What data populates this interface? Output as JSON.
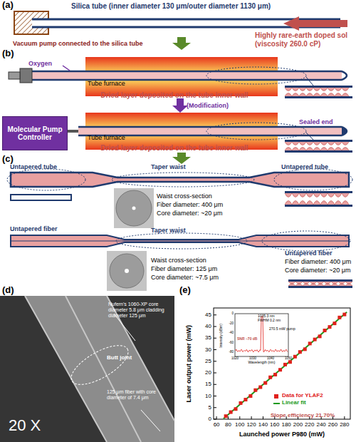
{
  "diagram": {
    "nodes": [
      {
        "text": [
          "Molecular Pump Controller"
        ]
      }
    ],
    "labels": [
      "(a)",
      "Silica tube (inner diameter 130 μm/outer diameter 1130 μm)",
      "Highly rare-earth doped sol (viscosity 260.0 cP)",
      "Vacuum pump connected to the silica tube",
      "(b)",
      "Oxygen",
      "Tube furnace",
      "Dried layer deposited on the tube inner wall",
      "(Modification)",
      "Tube furnace",
      "Sealed end",
      "Dried layer deposited on the tube inner wall",
      "(c)",
      "Untapered tube",
      "Taper waist",
      "Untapered tube",
      "Waist cross-section",
      "Fiber diameter: 400 μm",
      "Core diameter: ~20 μm",
      "Untapered fiber",
      "Taper waist",
      "Waist cross-section",
      "Fiber diameter: 125 μm",
      "Core diameter: ~7.5 μm",
      "Untapered fiber",
      "Fiber diameter: 400 μm",
      "Core diameter: ~20 μm",
      "(d)",
      "Nufern's 1060-XP core diameter 5.8 μm cladding diameter 125 μm",
      "Butt joint",
      "125 μm fiber with core diameter of 7.4 μm",
      "20 X",
      "(e)",
      "Laser output power (mW)",
      "Launched power P980 (mW)",
      "Slope efficiency 21.70%",
      "1035.3 nm",
      "FWHM 0.2 nm",
      "270.5 mW pump",
      "SNR ~70 dB",
      "Intensity (dBm)",
      "Wavelength (nm)",
      "0",
      "5",
      "10",
      "15",
      "20",
      "25",
      "30",
      "35",
      "40",
      "45",
      "60",
      "80",
      "100",
      "120",
      "140",
      "160",
      "180",
      "200",
      "220",
      "240",
      "260",
      "280",
      "1020",
      "1030",
      "1040",
      "1050",
      "0",
      "-20",
      "-40",
      "-60",
      "-80"
    ],
    "legend": [
      {
        "text": "Data for YLAF2",
        "color": "#e0201b"
      },
      {
        "text": "Linear fit"
      }
    ]
  }
}
